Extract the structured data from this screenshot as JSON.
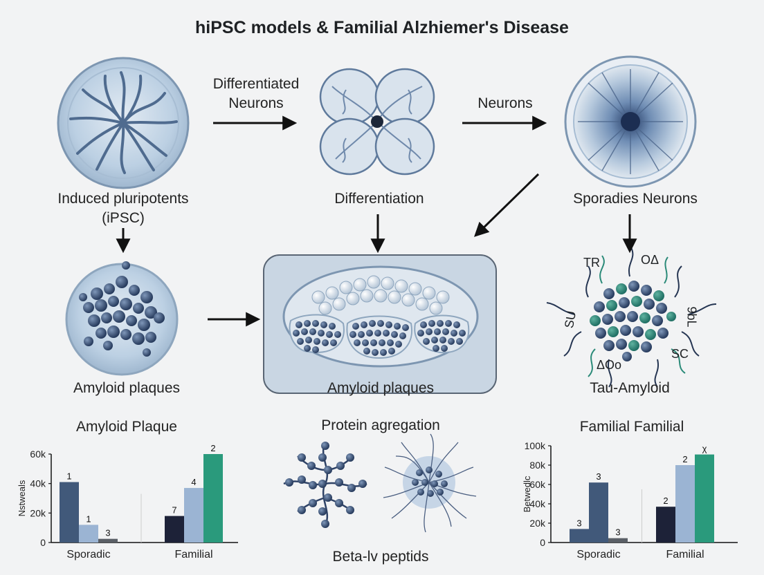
{
  "title": "hiPSC models & Familial Alzhiemer's Disease",
  "labels": {
    "ipsc_line1": "Induced pluripotents",
    "ipsc_line2": "(iPSC)",
    "arrow1_line1": "Differentiated",
    "arrow1_line2": "Neurons",
    "differentiation": "Differentiation",
    "arrow2": "Neurons",
    "sporadic_neurons": "Sporadies Neurons",
    "amyloid_left": "Amyloid plaques",
    "amyloid_center": "Amyloid plaques",
    "tau_amyloid": "Tau-Amyloid",
    "tau_tag_tr": "TR",
    "tau_tag_oa": "OΔ",
    "tau_tag_su": "SU",
    "tau_tag_9bl": "9bL",
    "tau_tag_sc": "SC",
    "tau_tag_doo": "ΔOo",
    "protein_agregation": "Protein agregation",
    "beta_peptids": "Beta-lv peptids"
  },
  "chart_data": [
    {
      "type": "bar",
      "title": "Amyloid Plaque",
      "ylabel": "Nstweals",
      "ylim": [
        0,
        60000
      ],
      "yticks": [
        "0",
        "20k",
        "40k",
        "60k"
      ],
      "categories": [
        "Sporadic",
        "Familial"
      ],
      "series": [
        {
          "color": "#41597a",
          "values": [
            41000,
            18000
          ],
          "labels": [
            "1",
            "7"
          ]
        },
        {
          "color": "#9bb4d3",
          "values": [
            12000,
            37000
          ],
          "labels": [
            "1",
            "4"
          ]
        },
        {
          "color": "#2a9a7c",
          "values": [
            2500,
            60000
          ],
          "labels": [
            "3",
            "2"
          ]
        }
      ],
      "bar_colors_override": [
        [
          "#41597a",
          "#9bb4d3",
          "#5a5f66"
        ],
        [
          "#1d2238",
          "#9bb4d3",
          "#2a9a7c"
        ]
      ]
    },
    {
      "type": "bar",
      "title": "Familial Familial",
      "ylabel": "Betwedlc",
      "ylim": [
        0,
        100000
      ],
      "yticks": [
        "0",
        "20k",
        "40k",
        "60k",
        "80k",
        "100k"
      ],
      "categories": [
        "Sporadic",
        "Familial"
      ],
      "series": [
        {
          "color": "#41597a",
          "values": [
            14000,
            37000
          ],
          "labels": [
            "3",
            "2"
          ]
        },
        {
          "color": "#9bb4d3",
          "values": [
            62000,
            80000
          ],
          "labels": [
            "3",
            "2"
          ]
        },
        {
          "color": "#2a9a7c",
          "values": [
            4500,
            91000
          ],
          "labels": [
            "3",
            "χ"
          ]
        }
      ],
      "bar_colors_override": [
        [
          "#41597a",
          "#41597a",
          "#5a5f66"
        ],
        [
          "#1d2238",
          "#9bb4d3",
          "#2a9a7c"
        ]
      ]
    }
  ]
}
